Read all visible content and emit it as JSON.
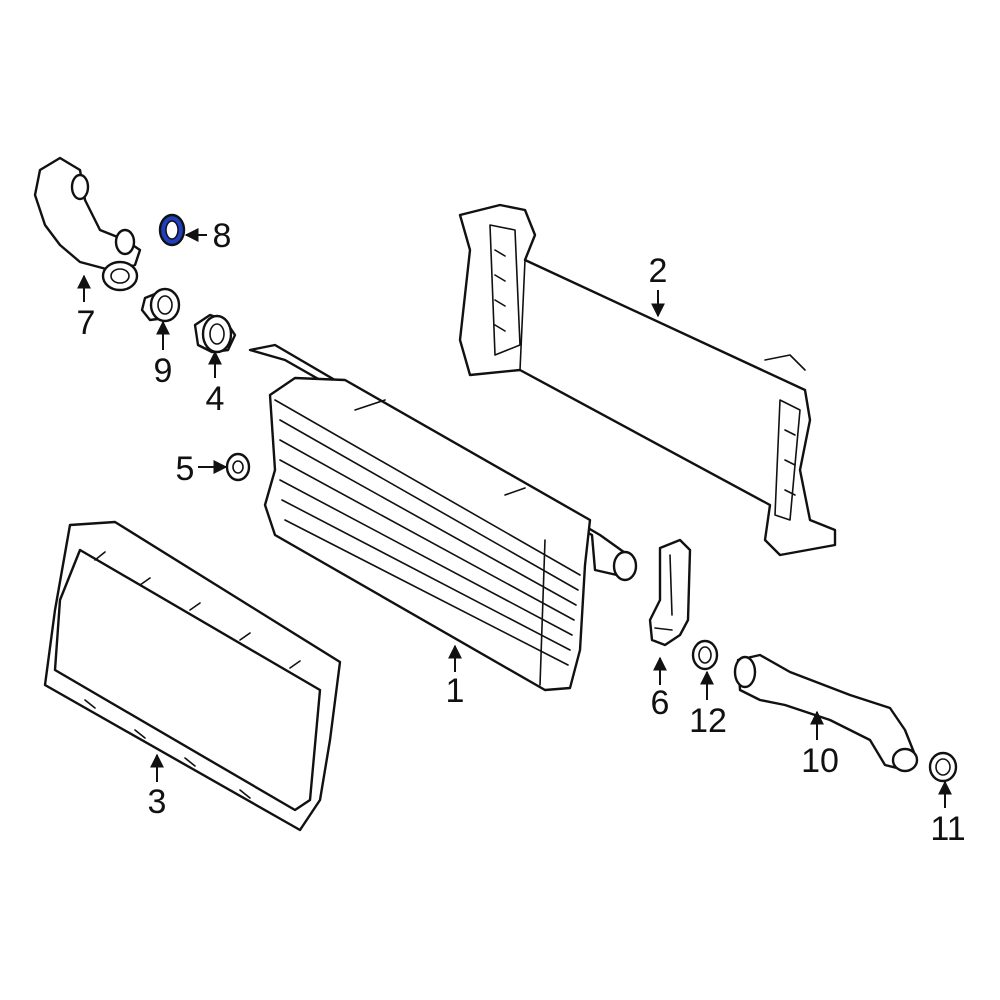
{
  "diagram": {
    "highlight_color": "#1f3fbf",
    "callouts": [
      {
        "id": "1",
        "label": "1"
      },
      {
        "id": "2",
        "label": "2"
      },
      {
        "id": "3",
        "label": "3"
      },
      {
        "id": "4",
        "label": "4"
      },
      {
        "id": "5",
        "label": "5"
      },
      {
        "id": "6",
        "label": "6"
      },
      {
        "id": "7",
        "label": "7"
      },
      {
        "id": "8",
        "label": "8"
      },
      {
        "id": "9",
        "label": "9"
      },
      {
        "id": "10",
        "label": "10"
      },
      {
        "id": "11",
        "label": "11"
      },
      {
        "id": "12",
        "label": "12"
      }
    ],
    "highlighted_part": "8"
  }
}
